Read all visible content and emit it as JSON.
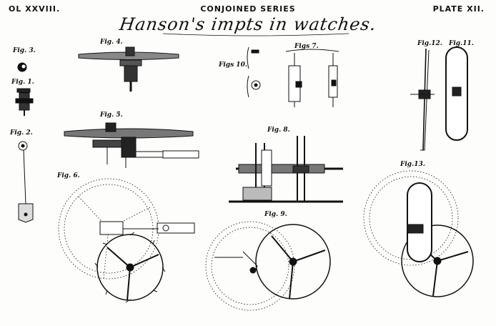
{
  "header": {
    "volume": "OL XXVIII.",
    "series": "CONJOINED SERIES",
    "plate": "PLATE XII."
  },
  "title": "Hanson's impts in watches.",
  "figures": {
    "fig1": "Fig. 1.",
    "fig2": "Fig. 2.",
    "fig3": "Fig. 3.",
    "fig4": "Fig. 4.",
    "fig5": "Fig. 5.",
    "fig6": "Fig. 6.",
    "fig7": "Figs 7.",
    "fig8": "Fig. 8.",
    "fig9": "Fig. 9.",
    "fig10": "Figs 10.",
    "fig11": "Fig.11.",
    "fig12": "Fig.12.",
    "fig13": "Fig.13."
  }
}
